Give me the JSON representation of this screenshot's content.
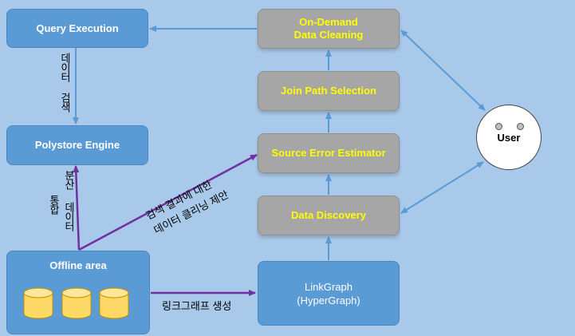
{
  "boxes": {
    "query_execution": "Query Execution",
    "polystore_engine": "Polystore Engine",
    "offline_area": "Offline area",
    "on_demand": "On-Demand\nData Cleaning",
    "join_path": "Join Path Selection",
    "source_error": "Source Error Estimator",
    "data_discovery": "Data Discovery",
    "linkgraph": "LinkGraph\n(HyperGraph)"
  },
  "user": {
    "label": "User"
  },
  "edge_labels": {
    "data_search": "데이터 검색",
    "distributed_data_integration_1": "분산",
    "distributed_data_integration_2": "데이터",
    "distributed_data_integration_3": "통합",
    "cleaning_suggestion_1": "검색 결과에 대한",
    "cleaning_suggestion_2": "데이터 클리닝 제안",
    "linkgraph_generation": "링크그래프 생성"
  },
  "colors": {
    "background": "#a9c9ea",
    "blue_box": "#5b9bd5",
    "gray_box": "#a6a6a6",
    "gray_text": "#ffff00",
    "arrow_blue": "#5b9bd5",
    "arrow_purple": "#7030a0",
    "cylinder": "#ffd966"
  }
}
